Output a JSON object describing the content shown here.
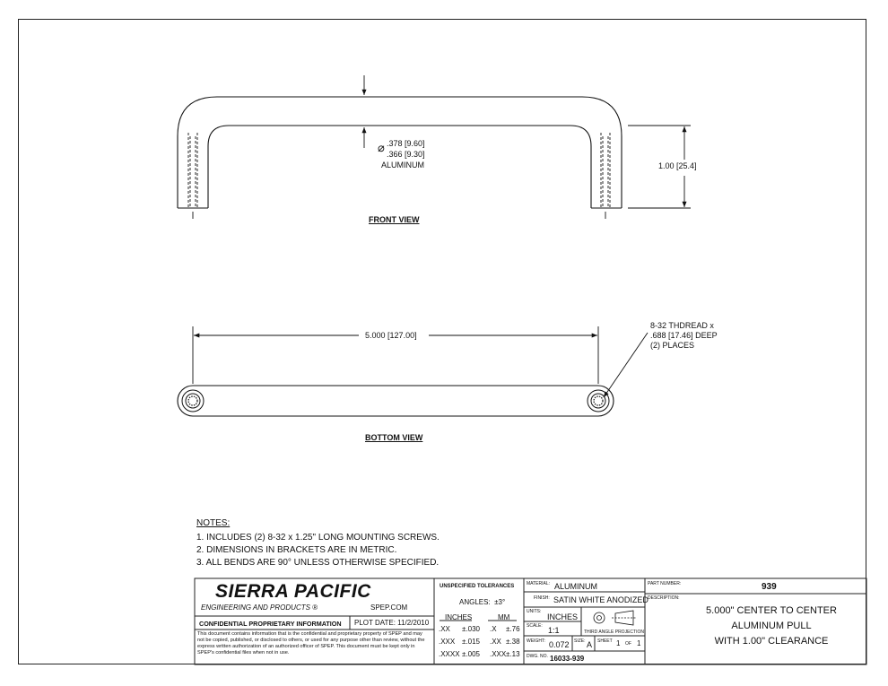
{
  "front_view": {
    "title": "FRONT VIEW",
    "dia_symbol": "⌀",
    "dia_upper_in": ".378",
    "dia_upper_mm": "9.60",
    "dia_lower_in": ".366",
    "dia_lower_mm": "9.30",
    "material_label": "ALUMINUM",
    "height_in": "1.00",
    "height_mm": "25.4"
  },
  "bottom_view": {
    "title": "BOTTOM VIEW",
    "length_in": "5.000",
    "length_mm": "127.00",
    "thread_line1": "8-32 THDREAD x",
    "thread_line2_in": ".688",
    "thread_line2_mm": "17.46",
    "thread_line2_tail": "DEEP",
    "thread_line3": "(2) PLACES"
  },
  "notes": {
    "title": "NOTES:",
    "items": [
      "1.   INCLUDES (2) 8-32 x 1.25\" LONG MOUNTING SCREWS.",
      "2.   DIMENSIONS IN BRACKETS ARE IN METRIC.",
      "3.   ALL BENDS ARE 90° UNLESS OTHERWISE SPECIFIED."
    ]
  },
  "title_block": {
    "company": "SIERRA PACIFIC",
    "company_sub": "ENGINEERING AND PRODUCTS",
    "registered": "®",
    "website": "SPEP.COM",
    "confidential_title": "CONFIDENTIAL PROPRIETARY INFORMATION",
    "plot_date_label": "PLOT DATE:",
    "plot_date": "11/2/2010",
    "confidential_text": "This document contains information that is the confidential and proprietary property of SPEP and may not be copied, published, or disclosed to others, or used for any purpose other than review, without the express written authorization of an authorized officer of SPEP. This document must be kept only in SPEP's confidential files when not in use.",
    "tolerances_title": "UNSPECIFIED TOLERANCES",
    "angles_label": "ANGLES:",
    "angles_value": "±3°",
    "inches_header": "INCHES",
    "mm_header": "MM",
    "tol_rows": [
      {
        "in_place": ".XX",
        "in_tol": "±.030",
        "mm_place": ".X",
        "mm_tol": "±.76"
      },
      {
        "in_place": ".XXX",
        "in_tol": "±.015",
        "mm_place": ".XX",
        "mm_tol": "±.38"
      },
      {
        "in_place": ".XXXX",
        "in_tol": "±.005",
        "mm_place": ".XXX",
        "mm_tol": "±.13"
      }
    ],
    "material_label": "MATERIAL:",
    "material_value": "ALUMINUM",
    "finish_label": "FINISH:",
    "finish_value": "SATIN WHITE ANODIZED",
    "units_label": "UNITS:",
    "units_value": "INCHES",
    "projection_label": "THIRD ANGLE PROJECTION",
    "scale_label": "SCALE:",
    "scale_value": "1:1",
    "weight_label": "WEIGHT:",
    "weight_value": "0.072",
    "size_label": "SIZE:",
    "size_value": "A",
    "sheet_label": "SHEET",
    "sheet_value": "1",
    "of_label": "OF",
    "sheet_total": "1",
    "dwg_label": "DWG. NO.",
    "dwg_value": "16033-939",
    "part_number_label": "PART NUMBER:",
    "part_number_value": "939",
    "description_label": "DESCRIPTION:",
    "description_lines": [
      "5.000\" CENTER TO CENTER",
      "ALUMINUM PULL",
      "WITH 1.00\" CLEARANCE"
    ]
  }
}
